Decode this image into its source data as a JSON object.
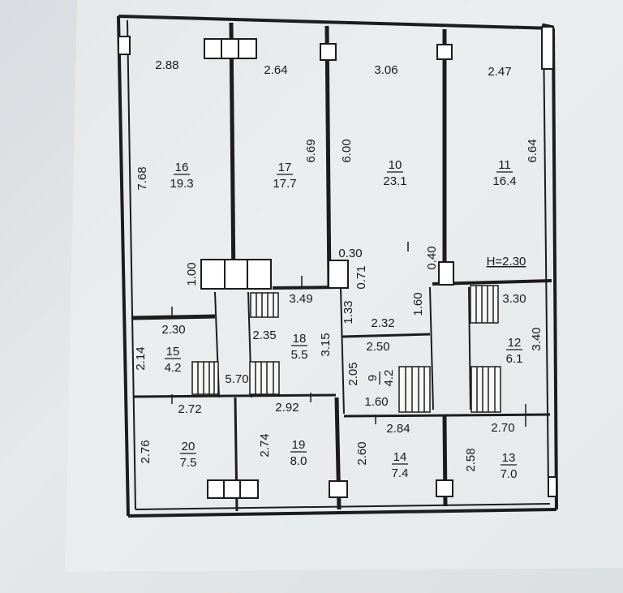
{
  "rooms": [
    {
      "id": "16",
      "number": "16",
      "area": "19.3"
    },
    {
      "id": "17",
      "number": "17",
      "area": "17.7"
    },
    {
      "id": "10",
      "number": "10",
      "area": "23.1"
    },
    {
      "id": "11",
      "number": "11",
      "area": "16.4"
    },
    {
      "id": "15",
      "number": "15",
      "area": "4.2"
    },
    {
      "id": "18",
      "number": "18",
      "area": "5.5"
    },
    {
      "id": "9",
      "number": "9",
      "area": "4.2"
    },
    {
      "id": "12",
      "number": "12",
      "area": "6.1"
    },
    {
      "id": "20",
      "number": "20",
      "area": "7.5"
    },
    {
      "id": "19",
      "number": "19",
      "area": "8.0"
    },
    {
      "id": "14",
      "number": "14",
      "area": "7.4"
    },
    {
      "id": "13",
      "number": "13",
      "area": "7.0"
    }
  ],
  "dimensions": {
    "top_16": "2.88",
    "top_17": "2.64",
    "top_10": "3.06",
    "top_11": "2.47",
    "side_16": "7.68",
    "side_17": "6.69",
    "side_10": "6.00",
    "side_11": "6.64",
    "d_1_00": "1.00",
    "d_0_30": "0.30",
    "d_0_71": "0.71",
    "d_0_40": "0.40",
    "height": "H=2.30",
    "d_3_49": "3.49",
    "d_1_33": "1.33",
    "d_1_60a": "1.60",
    "d_3_30": "3.30",
    "d_2_30": "2.30",
    "d_2_35": "2.35",
    "d_3_15": "3.15",
    "d_2_32": "2.32",
    "d_2_50": "2.50",
    "d_3_40": "3.40",
    "d_2_14": "2.14",
    "d_2_05": "2.05",
    "d_5_70": "5.70",
    "d_2_72": "2.72",
    "d_2_92": "2.92",
    "d_1_60b": "1.60",
    "d_2_84": "2.84",
    "d_2_70": "2.70",
    "d_2_76": "2.76",
    "d_2_74": "2.74",
    "d_2_60": "2.60",
    "d_2_58": "2.58"
  }
}
